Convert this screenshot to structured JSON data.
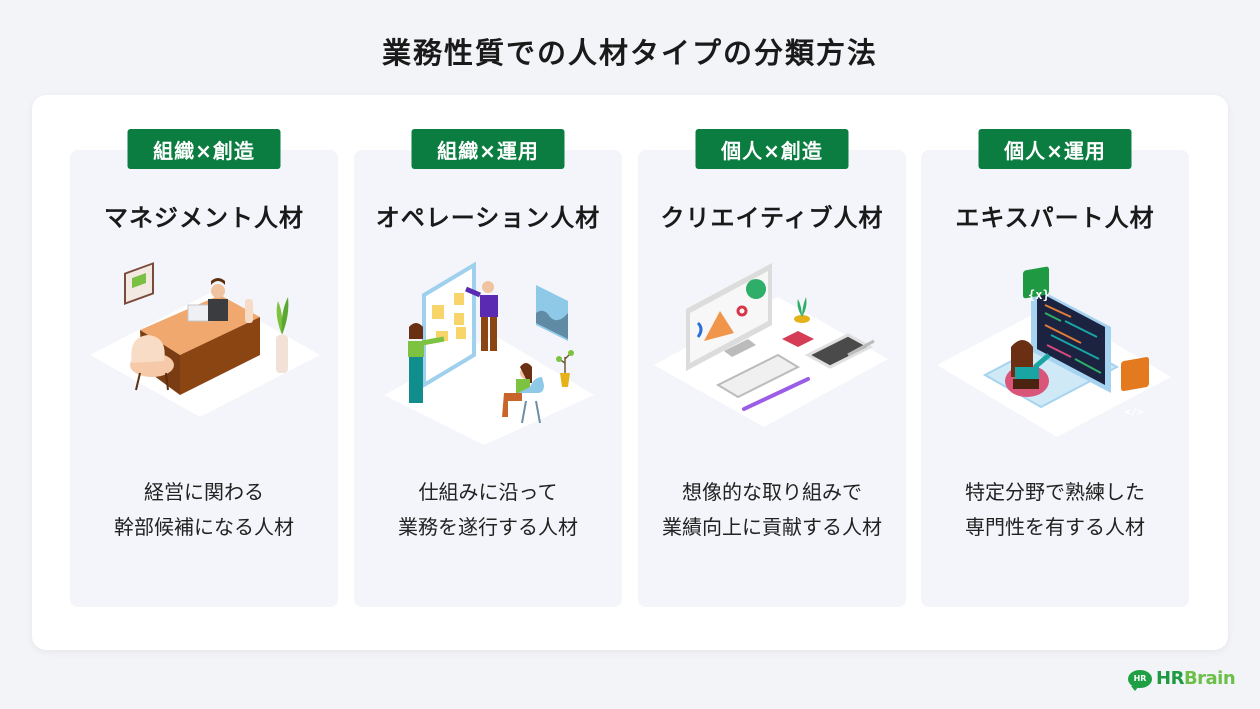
{
  "page": {
    "title": "業務性質での人材タイプの分類方法"
  },
  "types": [
    {
      "badge": "組織×創造",
      "title": "マネジメント人材",
      "illustration": "manager-office-illustration",
      "desc_line1": "経営に関わる",
      "desc_line2": "幹部候補になる人材"
    },
    {
      "badge": "組織×運用",
      "title": "オペレーション人材",
      "illustration": "team-whiteboard-illustration",
      "desc_line1": "仕組みに沿って",
      "desc_line2": "業務を遂行する人材"
    },
    {
      "badge": "個人×創造",
      "title": "クリエイティブ人材",
      "illustration": "designer-desk-illustration",
      "desc_line1": "想像的な取り組みで",
      "desc_line2": "業績向上に貢献する人材"
    },
    {
      "badge": "個人×運用",
      "title": "エキスパート人材",
      "illustration": "programmer-laptop-illustration",
      "desc_line1": "特定分野で熟練した",
      "desc_line2": "専門性を有する人材"
    }
  ],
  "colors": {
    "badge_green": "#0b7d40",
    "card_bg": "#f4f5fa",
    "page_bg": "#f3f4f8"
  },
  "logo": {
    "bubble": "HR",
    "hr": "HR",
    "brain": "Brain"
  }
}
